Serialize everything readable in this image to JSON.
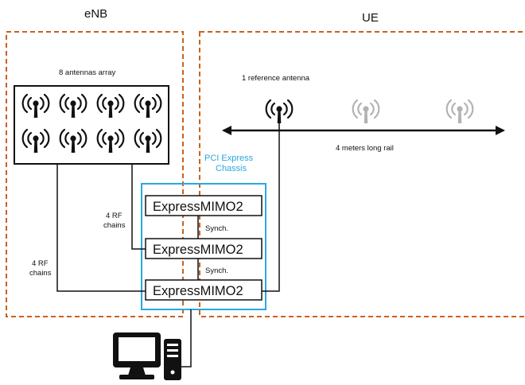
{
  "labels": {
    "enb": "eNB",
    "ue": "UE",
    "antenna_array": "8 antennas array",
    "reference_antenna": "1 reference antenna",
    "rail": "4 meters long rail",
    "chassis_line1": "PCI Express",
    "chassis_line2": "Chassis",
    "rf_upper_line1": "4 RF",
    "rf_upper_line2": "chains",
    "rf_lower_line1": "4 RF",
    "rf_lower_line2": "chains"
  },
  "boards": [
    {
      "name": "ExpressMIMO2"
    },
    {
      "name": "ExpressMIMO2"
    },
    {
      "name": "ExpressMIMO2"
    }
  ],
  "sync_labels": [
    "Synch.",
    "Synch."
  ],
  "icons": {
    "antenna": "antenna-icon",
    "computer": "desktop-computer-icon"
  },
  "colors": {
    "enclosure_dash": "#c8621e",
    "chassis_border": "#29a8e0",
    "chassis_label": "#29a8e0",
    "antenna_active": "#111111",
    "antenna_ghost": "#b3b3b3"
  }
}
